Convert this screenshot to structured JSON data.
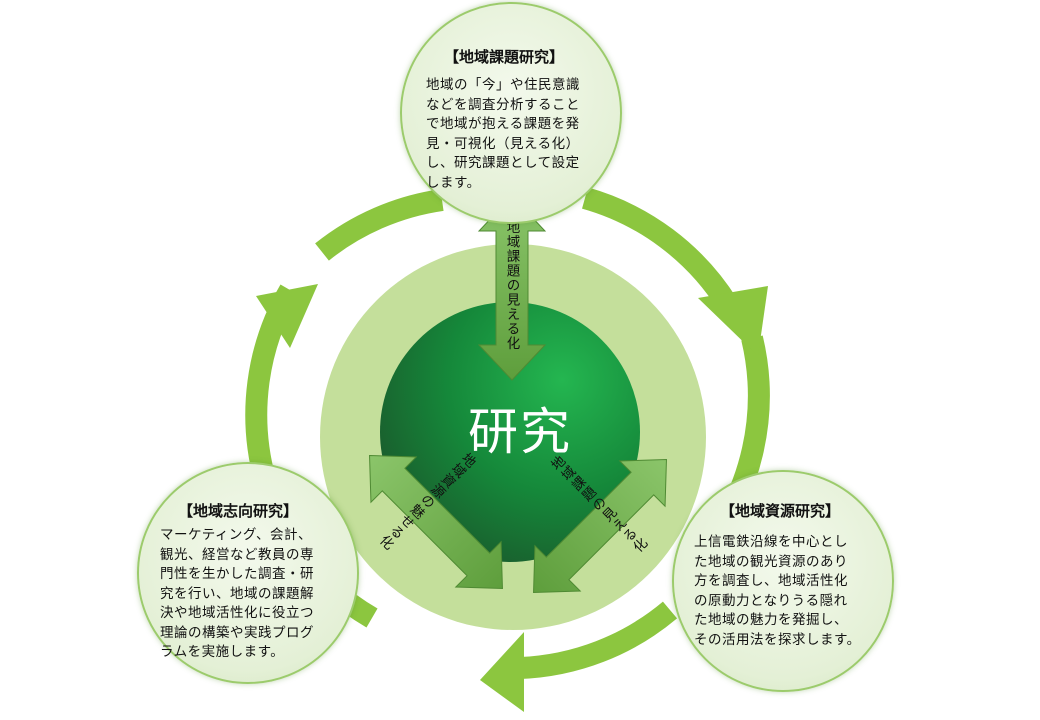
{
  "center": {
    "label": "研究"
  },
  "nodes": {
    "top": {
      "title": "【地域課題研究】",
      "lines": [
        "地域の「今」や住民意識",
        "などを調査分析すること",
        "で地域が抱える課題を発",
        "見・可視化（見える化）",
        "し、研究課題として設定",
        "します。"
      ]
    },
    "left": {
      "title": "【地域志向研究】",
      "lines": [
        "マーケティング、会計、",
        "観光、経営など教員の専",
        "門性を生かした調査・研",
        "究を行い、地域の課題解",
        "決や地域活性化に役立つ",
        "理論の構築や実践プログ",
        "ラムを実施します。"
      ]
    },
    "right": {
      "title": "【地域資源研究】",
      "lines": [
        "上信電鉄沿線を中心とし",
        "た地域の観光資源のあり",
        "方を調査し、地域活性化",
        "の原動力となりうる隠れ",
        "た地域の魅力を発掘し、",
        "その活用法を探求します。"
      ]
    }
  },
  "arrows": {
    "top": "地域課題の見える化",
    "left": "地域資源の魅せる化",
    "right": "地域課題の見える化"
  },
  "colors": {
    "cycle_arrow": "#8cc63f",
    "inner_ring": "#c4df9b",
    "core_dark": "#1e6b34",
    "core_light": "#22b24c",
    "spoke_arrow": "#6aaa42"
  }
}
